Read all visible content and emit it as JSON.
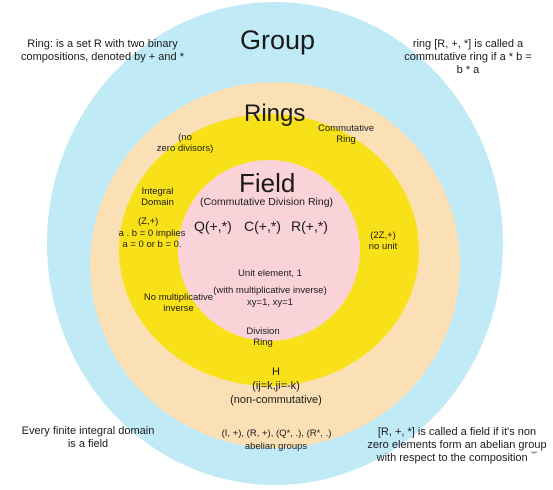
{
  "titles": {
    "group": "Group",
    "rings": "Rings",
    "field": "Field",
    "field_subtitle": "(Commutative Division Ring)"
  },
  "corner_notes": {
    "ring_definition": [
      "Ring: is a set R with two binary",
      "compositions, denoted by + and *"
    ],
    "commutative_definition": [
      "ring [R, +, *] is called a",
      "commutative ring if a * b =",
      "b * a"
    ],
    "finite_integral_domain": [
      "Every finite integral domain",
      "is a field"
    ],
    "field_definition": [
      "[R, +, *] is called a field if it's non",
      "zero elements form an abelian group",
      "with respect to the composition"
    ],
    "field_definition_mark": "\"*\""
  },
  "rings_labels": {
    "no_zero_divisors": [
      "(no",
      "zero divisors)"
    ],
    "commutative_ring": [
      "Commutative",
      "Ring"
    ],
    "integral_domain": [
      "Integral",
      "Domain"
    ],
    "z_plus": "(Z,+)",
    "zero_divisor_rule": [
      "a . b = 0 implies",
      "a = 0 or b = 0."
    ],
    "two_z": [
      "(2Z,+)",
      "no unit"
    ],
    "no_multiplicative_inverse": [
      "No multiplicative",
      "inverse"
    ],
    "division_ring": [
      "Division",
      "Ring"
    ]
  },
  "field_labels": {
    "examples": [
      "Q(+,*)",
      "C(+,*)",
      "R(+,*)"
    ],
    "unit_element": [
      "Unit element, 1",
      "(with multiplicative inverse)",
      "xy=1, xy=1"
    ]
  },
  "group_labels": {
    "h": "H",
    "quaternion_rule": "(ij=k,ji=-k)",
    "non_commutative": "(non-commutative)",
    "abelian_examples": "(I, +), (R, +), (Q*, .), (R*, .)",
    "abelian_caption": "abelian groups"
  }
}
